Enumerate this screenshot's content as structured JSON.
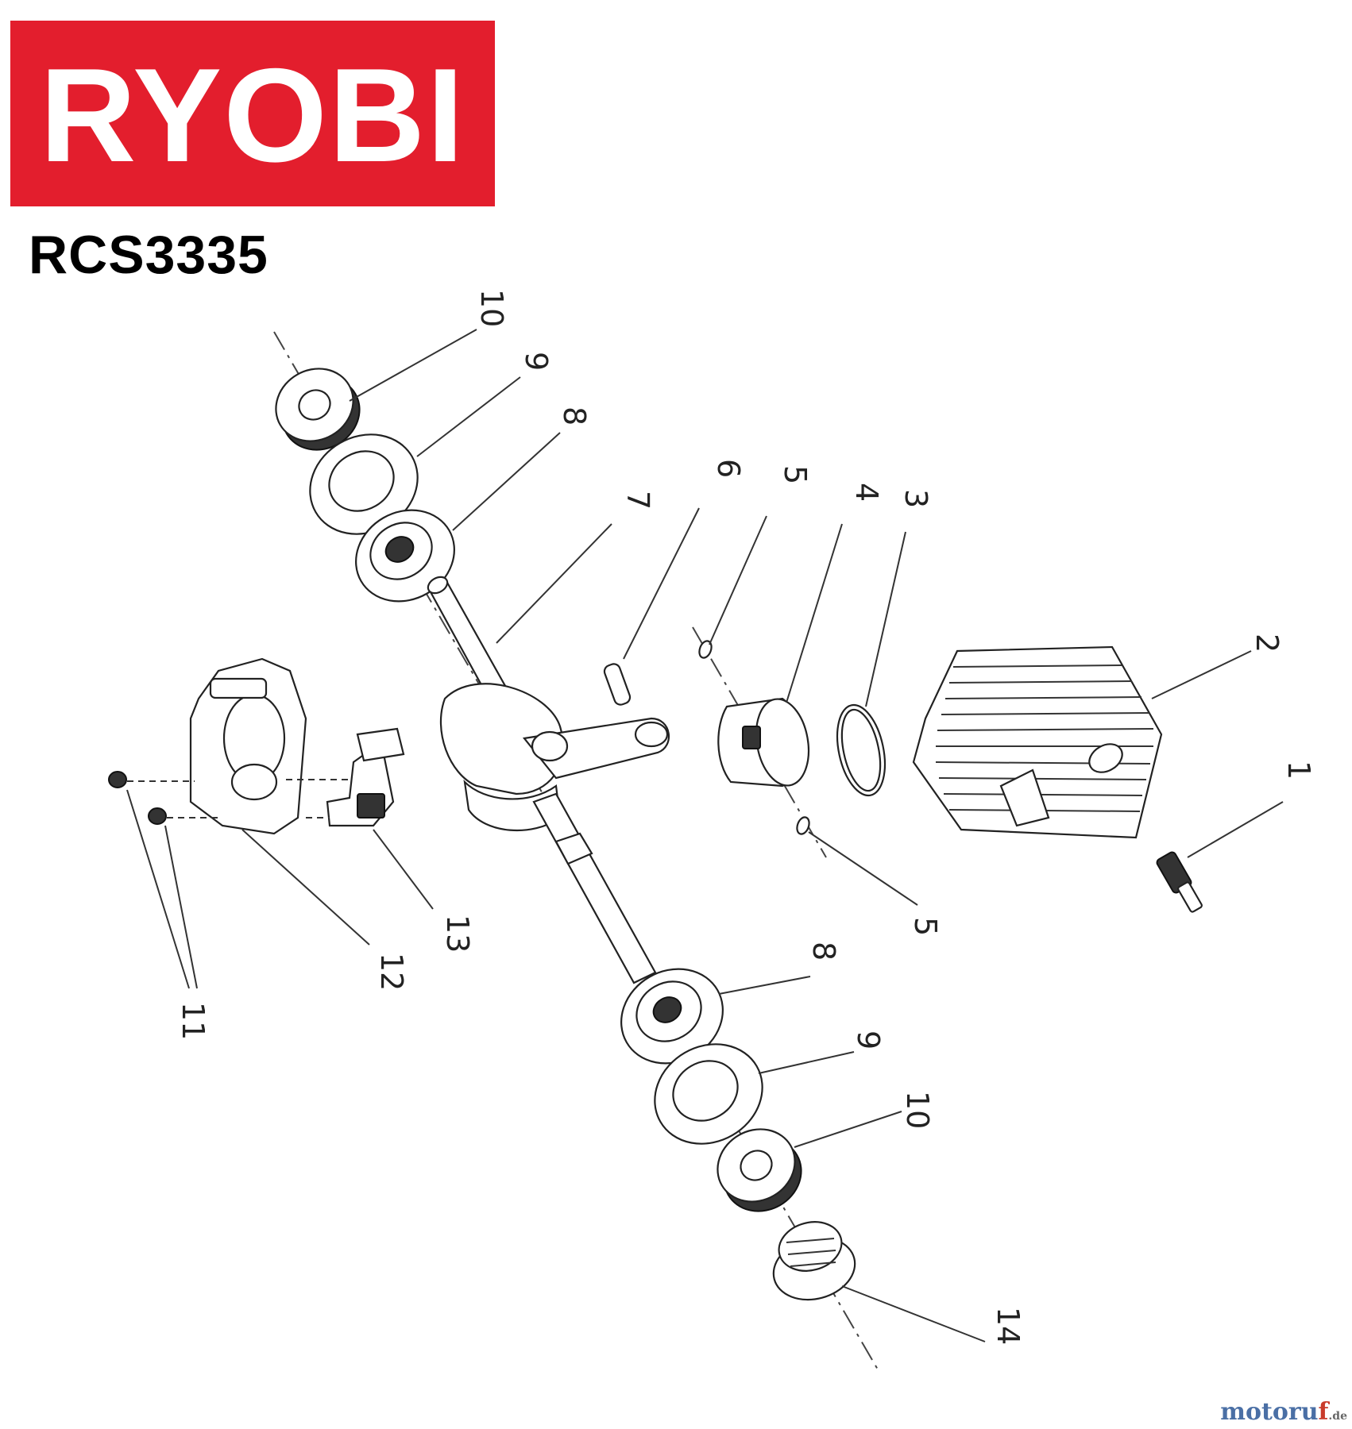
{
  "brand": {
    "logo_text": "RYOBI",
    "color": "#e31e2d"
  },
  "model": "RCS3335",
  "callouts": [
    {
      "id": "c1",
      "label": "1"
    },
    {
      "id": "c2",
      "label": "2"
    },
    {
      "id": "c3",
      "label": "3"
    },
    {
      "id": "c4",
      "label": "4"
    },
    {
      "id": "c5a",
      "label": "5"
    },
    {
      "id": "c5b",
      "label": "5"
    },
    {
      "id": "c6",
      "label": "6"
    },
    {
      "id": "c7",
      "label": "7"
    },
    {
      "id": "c8a",
      "label": "8"
    },
    {
      "id": "c8b",
      "label": "8"
    },
    {
      "id": "c9a",
      "label": "9"
    },
    {
      "id": "c9b",
      "label": "9"
    },
    {
      "id": "c10a",
      "label": "10"
    },
    {
      "id": "c10b",
      "label": "10"
    },
    {
      "id": "c11",
      "label": "11"
    },
    {
      "id": "c12",
      "label": "12"
    },
    {
      "id": "c13",
      "label": "13"
    },
    {
      "id": "c14",
      "label": "14"
    }
  ],
  "watermark": {
    "main": "motoru",
    "accent": "f",
    "tld": ".de"
  }
}
